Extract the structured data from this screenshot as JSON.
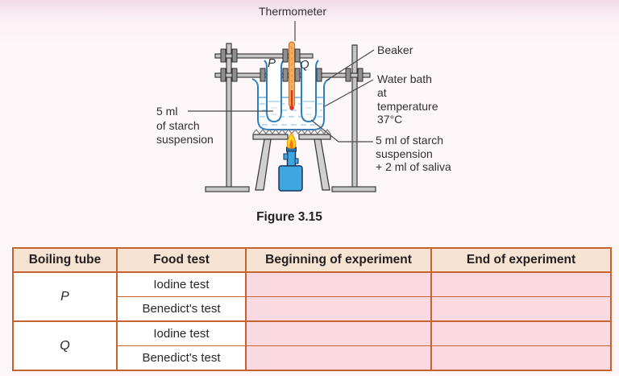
{
  "figure": {
    "caption": "Figure 3.15",
    "labels": {
      "thermometer": "Thermometer",
      "beaker": "Beaker",
      "water_bath": "Water bath\nat\ntemperature\n37°C",
      "tube_p": "P",
      "tube_q": "Q",
      "starch_only": "5 ml\nof starch\nsuspension",
      "starch_saliva": "5 ml of starch\nsuspension\n+ 2 ml of saliva"
    },
    "colors": {
      "glass_blue": "#2d7fc1",
      "water_blue": "#9cc8e8",
      "thermometer_body": "#f2b066",
      "mercury_red": "#e53020",
      "burner_blue": "#3fa7e0",
      "flame_yellow": "#ffd21e",
      "flame_orange": "#f07818",
      "metal_gray": "#c6c6c6"
    }
  },
  "table": {
    "headers": [
      "Boiling tube",
      "Food test",
      "Beginning of experiment",
      "End of experiment"
    ],
    "groups": [
      {
        "tube": "P",
        "tests": [
          "Iodine test",
          "Benedict's test"
        ]
      },
      {
        "tube": "Q",
        "tests": [
          "Iodine test",
          "Benedict's test"
        ]
      }
    ],
    "colors": {
      "border": "#c4632e",
      "header_bg": "#f6e3d2",
      "answer_bg": "#fad9e3"
    }
  }
}
